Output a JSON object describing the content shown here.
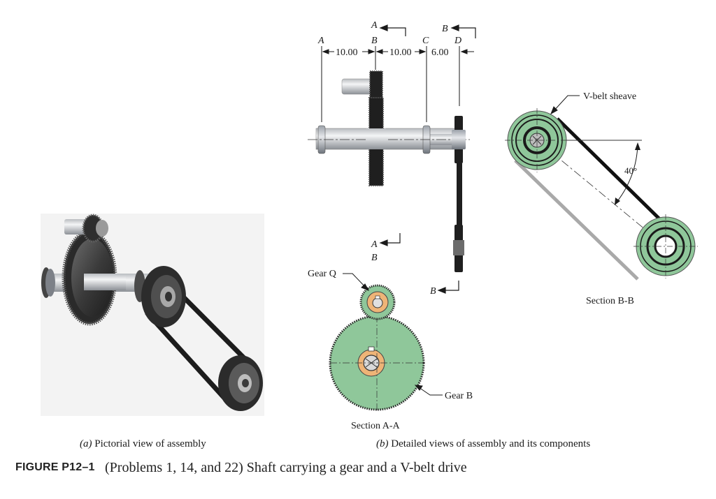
{
  "dimensions": {
    "point_a": "A",
    "point_b": "B",
    "point_c": "C",
    "point_d": "D",
    "ab": "10.00",
    "bc": "10.00",
    "cd": "6.00"
  },
  "section_markers": {
    "a_top": "A",
    "b_top": "B",
    "a_bottom": "A",
    "b_bottom_label": "B",
    "b_right": "B"
  },
  "labels": {
    "v_belt_sheave": "V-belt sheave",
    "angle": "40°",
    "section_bb": "Section B-B",
    "gear_q": "Gear Q",
    "gear_b": "Gear B",
    "section_aa": "Section A-A"
  },
  "captions": {
    "a_prefix": "(a)",
    "a_text": "Pictorial view of assembly",
    "b_prefix": "(b)",
    "b_text": "Detailed views of assembly and its components"
  },
  "figure": {
    "label": "FIGURE P12–1",
    "text": "(Problems 1, 14, and 22) Shaft carrying a gear and a V-belt drive"
  },
  "colors": {
    "green": "#8fc79a",
    "orange": "#eeb477",
    "dark": "#1a1a1a"
  }
}
